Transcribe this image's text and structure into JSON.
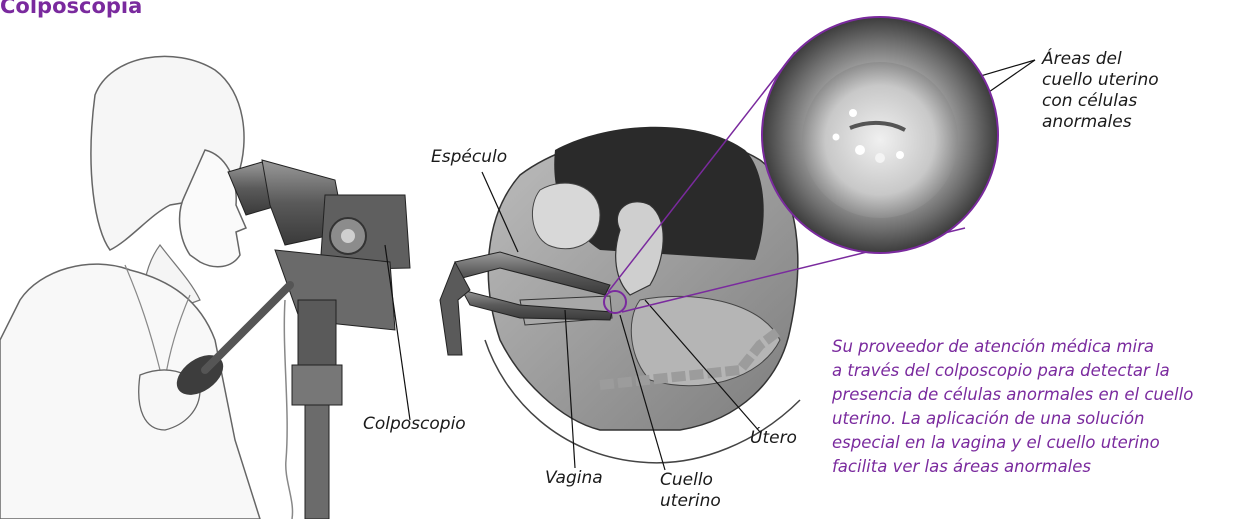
{
  "title": "Colposcopia",
  "labels": {
    "especulo": "Espéculo",
    "colposcopio": "Colposcopio",
    "vagina": "Vagina",
    "cuello_uterino": "Cuello\nuterino",
    "utero": "Útero",
    "areas": "Áreas del\ncuello uterino\ncon células\nanormales"
  },
  "caption": "Su proveedor de atención médica mira\na través del colposcopio para detectar la\npresencia de células anormales en el cuello\nuterino. La aplicación de una solución\nespecial en la vagina y el cuello uterino\nfacilita ver las áreas anormales",
  "colors": {
    "title": "#7a2a9e",
    "caption": "#7a2a9e",
    "callout": "#7a2a9e",
    "tissue": "#8a8a8a"
  }
}
